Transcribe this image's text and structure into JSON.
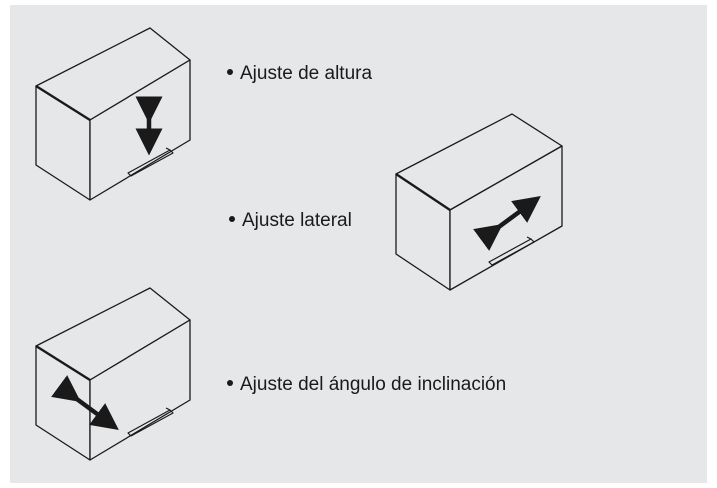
{
  "items": [
    {
      "label": "Ajuste de altura"
    },
    {
      "label": "Ajuste lateral"
    },
    {
      "label": "Ajuste del ángulo de inclinación"
    }
  ],
  "colors": {
    "background": "#e6e7e8",
    "cabinet_fill": "#e6e7e8",
    "line": "#1a1a1a"
  }
}
